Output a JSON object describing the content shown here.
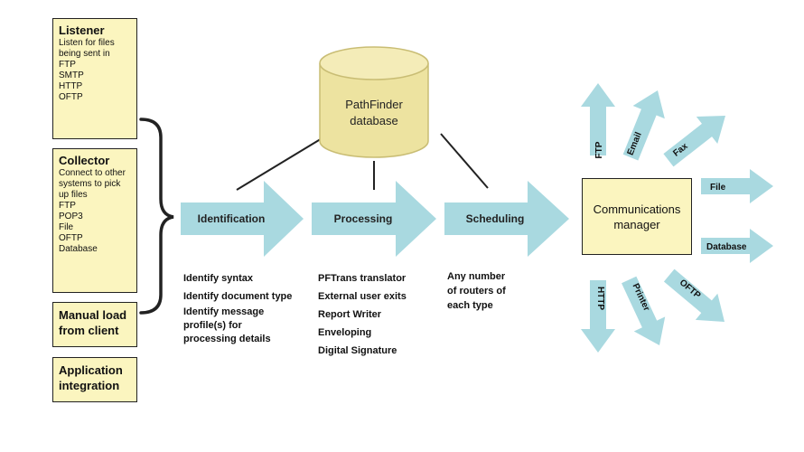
{
  "sources": {
    "listener": {
      "title": "Listener",
      "lines": [
        "Listen for files",
        "being sent in",
        "FTP",
        "SMTP",
        "HTTP",
        "OFTP"
      ]
    },
    "collector": {
      "title": "Collector",
      "lines": [
        "Connect to other",
        "systems to pick",
        "up files",
        "FTP",
        "POP3",
        "File",
        "OFTP",
        "Database"
      ]
    },
    "manual_load": {
      "lines": [
        "Manual load",
        "from client"
      ]
    },
    "application_integration": {
      "lines": [
        "Application",
        "integration"
      ]
    }
  },
  "database": {
    "lines": [
      "PathFinder",
      "database"
    ]
  },
  "stages": {
    "identification": {
      "label": "Identification",
      "details": [
        "Identify syntax",
        "Identify document type",
        "Identify message",
        "profile(s) for",
        "processing details"
      ]
    },
    "processing": {
      "label": "Processing",
      "details": [
        "PFTrans translator",
        "External user exits",
        "Report Writer",
        "Enveloping",
        "Digital Signature"
      ]
    },
    "scheduling": {
      "label": "Scheduling",
      "details": [
        "Any number",
        "of routers of",
        "each type"
      ]
    }
  },
  "communications_manager": {
    "lines": [
      "Communications",
      "manager"
    ]
  },
  "outputs": [
    "FTP",
    "Email",
    "Fax",
    "File",
    "Database",
    "HTTP",
    "Printer",
    "OFTP"
  ],
  "colors": {
    "box_fill": "#fbf5bf",
    "arrow_fill": "#a9d9e0",
    "cylinder_fill": "#ede3a0",
    "line": "#222222"
  }
}
